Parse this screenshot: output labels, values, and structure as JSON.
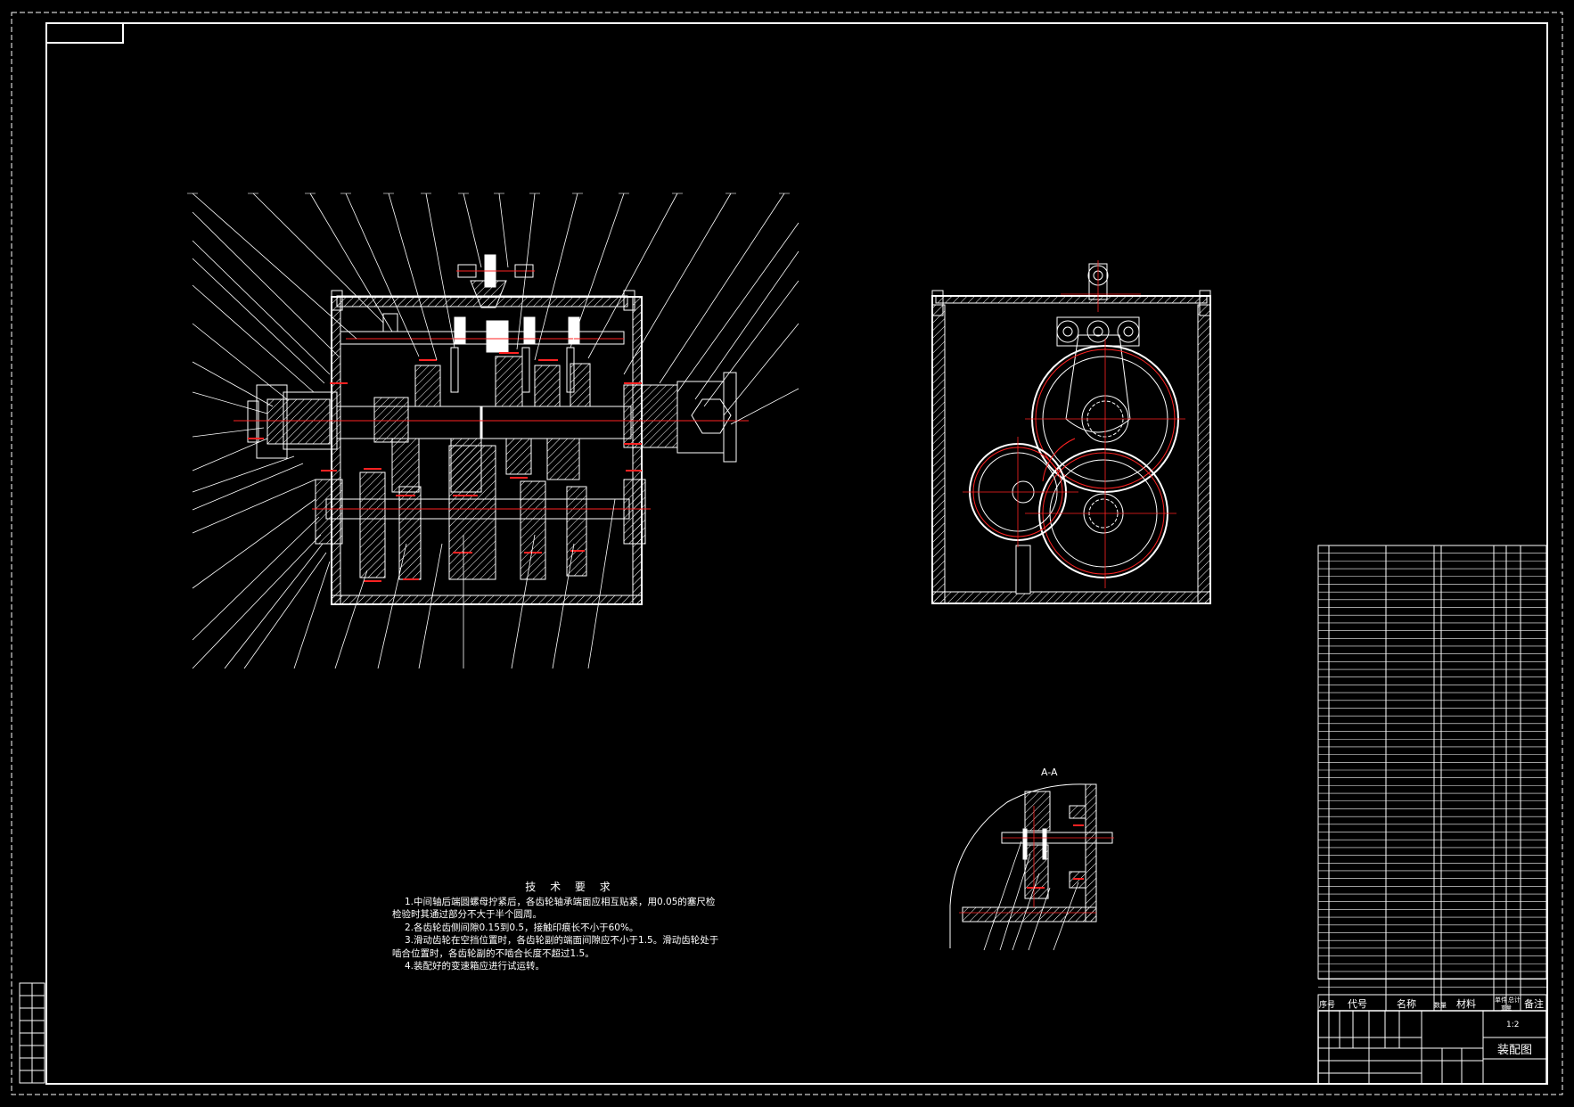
{
  "tech_requirements": {
    "title": "技 术 要 求",
    "lines": [
      "1.中间轴后端圆螺母拧紧后，各齿轮轴承端面应相互贴紧，用0.05的塞尺检",
      "检验时其通过部分不大于半个圆周。",
      "2.各齿轮齿侧间隙0.15到0.5，接触印痕长不小于60%。",
      "3.滑动齿轮在空挡位置时，各齿轮副的端面间隙应不小于1.5。滑动齿轮处于",
      "啮合位置时，各齿轮副的不啮合长度不超过1.5。",
      "4.装配好的变速箱应进行试运转。"
    ]
  },
  "section_label": "A-A",
  "title_block": {
    "scale": "1:2",
    "drawing_name": "装配图",
    "col_headers": {
      "no": "序号",
      "code": "代号",
      "name": "名称",
      "qty": "数量",
      "material": "材料",
      "unit": "单件",
      "total": "总计",
      "weight": "重量",
      "remark": "备注"
    }
  },
  "colors": {
    "background": "#000000",
    "line": "#ffffff",
    "center": "#ff2020",
    "hatch": "#ffffff"
  }
}
